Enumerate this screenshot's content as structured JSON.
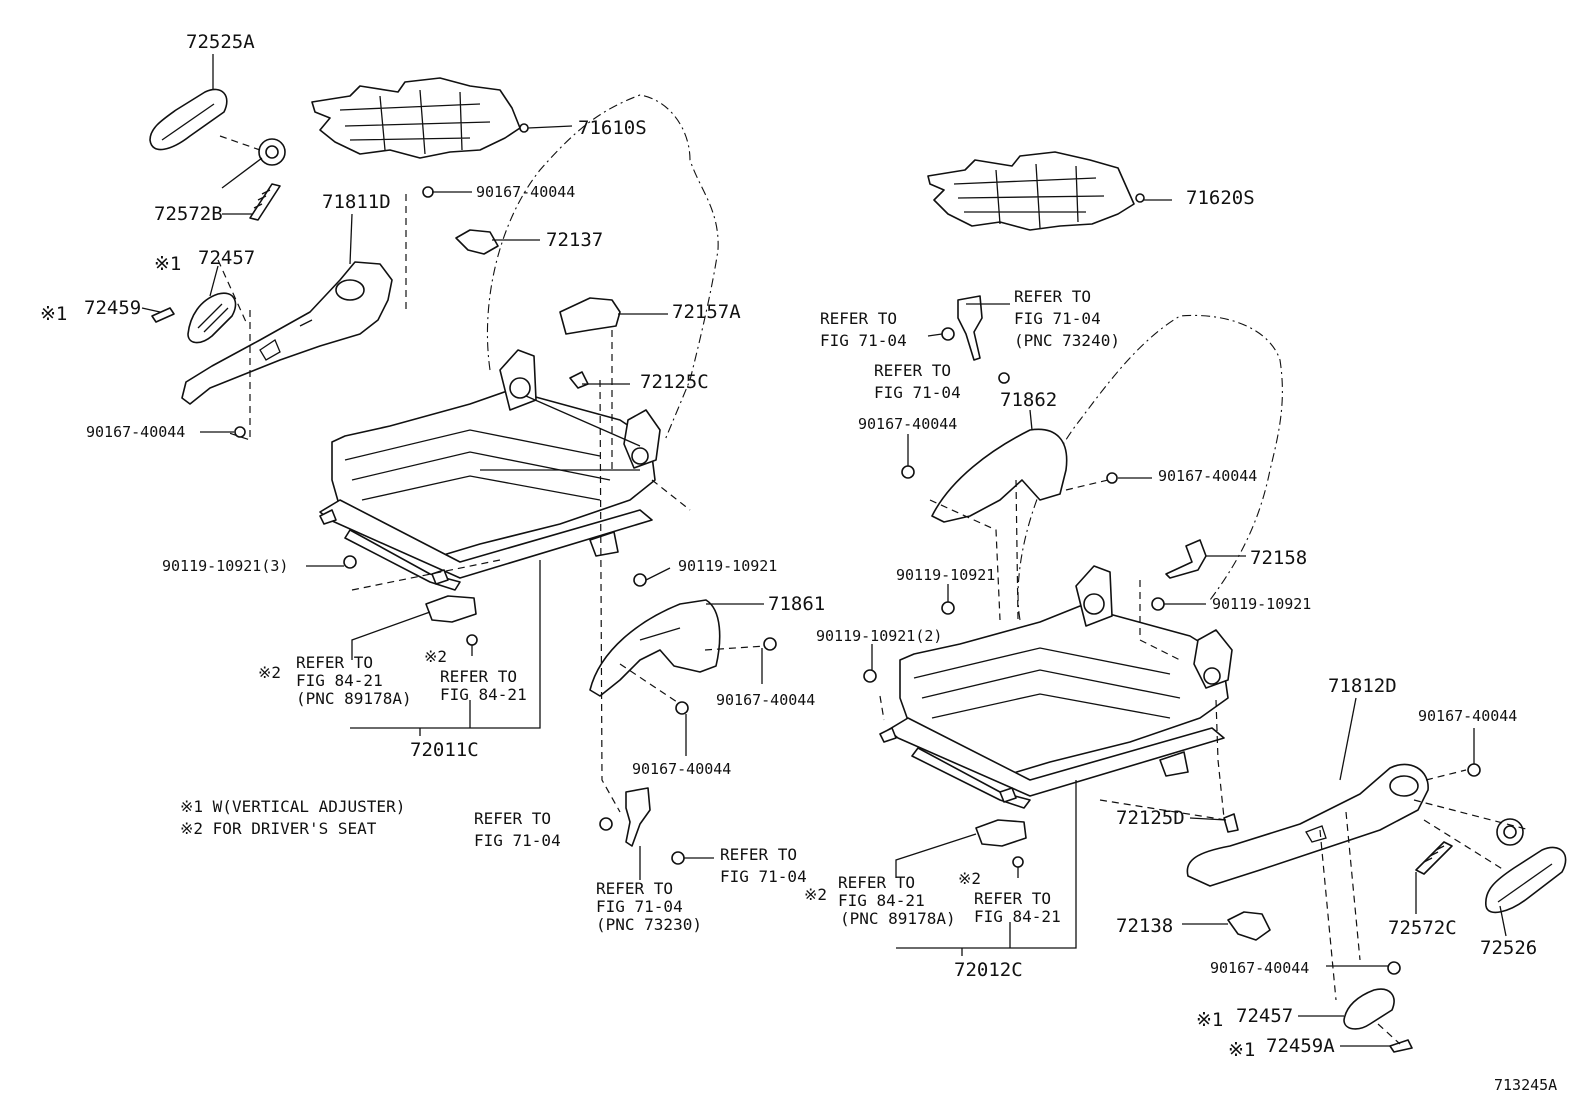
{
  "figure_id": "713245A",
  "notes": [
    "※1 W(VERTICAL ADJUSTER)",
    "※2 FOR DRIVER'S SEAT"
  ],
  "labels": {
    "p72525A": "72525A",
    "p71610S": "71610S",
    "p72572B": "72572B",
    "p71811D": "71811D",
    "p90167_a": "90167-40044",
    "p72137": "72137",
    "m1_a": "※1",
    "p72457_a": "72457",
    "m1_b": "※1",
    "p72459": "72459",
    "p72157A": "72157A",
    "p72125C": "72125C",
    "p90167_b": "90167-40044",
    "p90119_3": "90119-10921(3)",
    "p90119_a": "90119-10921",
    "p71861": "71861",
    "m2_a": "※2",
    "ref_a1": "REFER TO",
    "ref_a2": "FIG 84-21",
    "ref_a3": "(PNC 89178A)",
    "m2_b": "※2",
    "ref_b1": "REFER TO",
    "ref_b2": "FIG 84-21",
    "p90167_c": "90167-40044",
    "p72011C": "72011C",
    "p90167_d": "90167-40044",
    "ref_c1": "REFER TO",
    "ref_c2": "FIG 71-04",
    "ref_d1": "REFER TO",
    "ref_d2": "FIG 71-04",
    "ref_e1": "REFER TO",
    "ref_e2": "FIG 71-04",
    "ref_e3": "(PNC 73230)",
    "p71620S": "71620S",
    "ref_f1": "REFER TO",
    "ref_f2": "FIG 71-04",
    "ref_g1": "REFER TO",
    "ref_g2": "FIG 71-04",
    "ref_g3": "(PNC 73240)",
    "ref_h1": "REFER TO",
    "ref_h2": "FIG 71-04",
    "p71862": "71862",
    "p90167_e": "90167-40044",
    "p90167_f": "90167-40044",
    "p72158": "72158",
    "p90119_b": "90119-10921",
    "p90119_c": "90119-10921",
    "p90119_2": "90119-10921(2)",
    "p71812D": "71812D",
    "p90167_g": "90167-40044",
    "p72125D": "72125D",
    "m2_c": "※2",
    "ref_i1": "REFER TO",
    "ref_i2": "FIG 84-21",
    "ref_i3": "(PNC 89178A)",
    "m2_d": "※2",
    "ref_j1": "REFER TO",
    "ref_j2": "FIG 84-21",
    "p72572C": "72572C",
    "p72526": "72526",
    "p72138": "72138",
    "p72012C": "72012C",
    "p90167_h": "90167-40044",
    "m1_c": "※1",
    "p72457_b": "72457",
    "m1_d": "※1",
    "p72459A": "72459A"
  }
}
